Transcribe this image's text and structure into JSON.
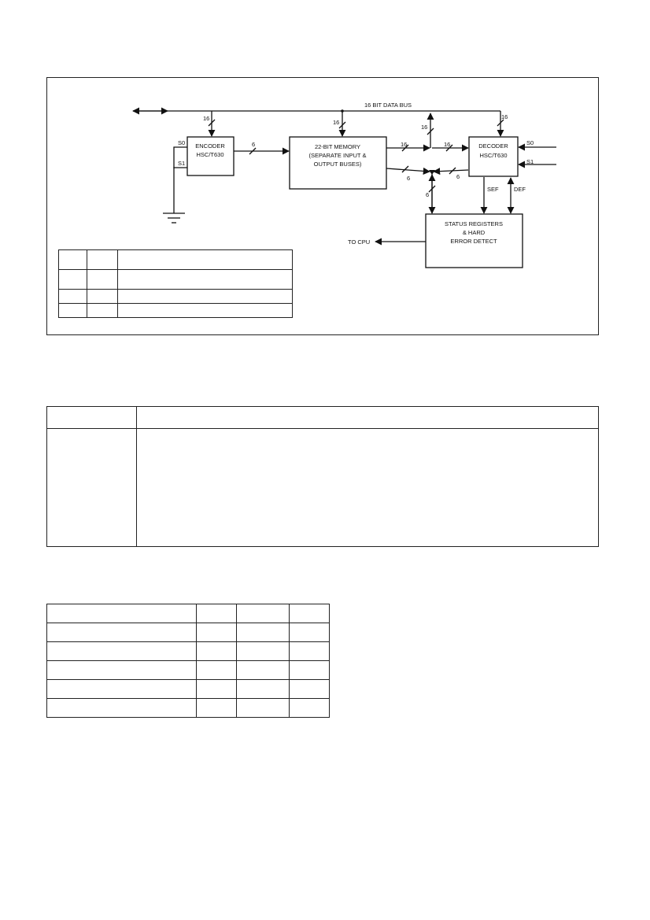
{
  "diagram": {
    "data_bus_label": "16 BIT DATA BUS",
    "bus_width_16": "16",
    "bus_width_6": "6",
    "encoder_line1": "ENCODER",
    "encoder_line2": "HSC/T630",
    "memory_line1": "22-BIT MEMORY",
    "memory_line2": "(SEPARATE INPUT &",
    "memory_line3": "OUTPUT BUSES)",
    "decoder_line1": "DECODER",
    "decoder_line2": "HSC/T630",
    "status_line1": "STATUS REGISTERS",
    "status_line2": "& HARD",
    "status_line3": "ERROR DETECT",
    "s0_label": "S0",
    "s1_label": "S1",
    "sef_label": "SEF",
    "def_label": "DEF",
    "to_cpu_label": "TO CPU"
  }
}
